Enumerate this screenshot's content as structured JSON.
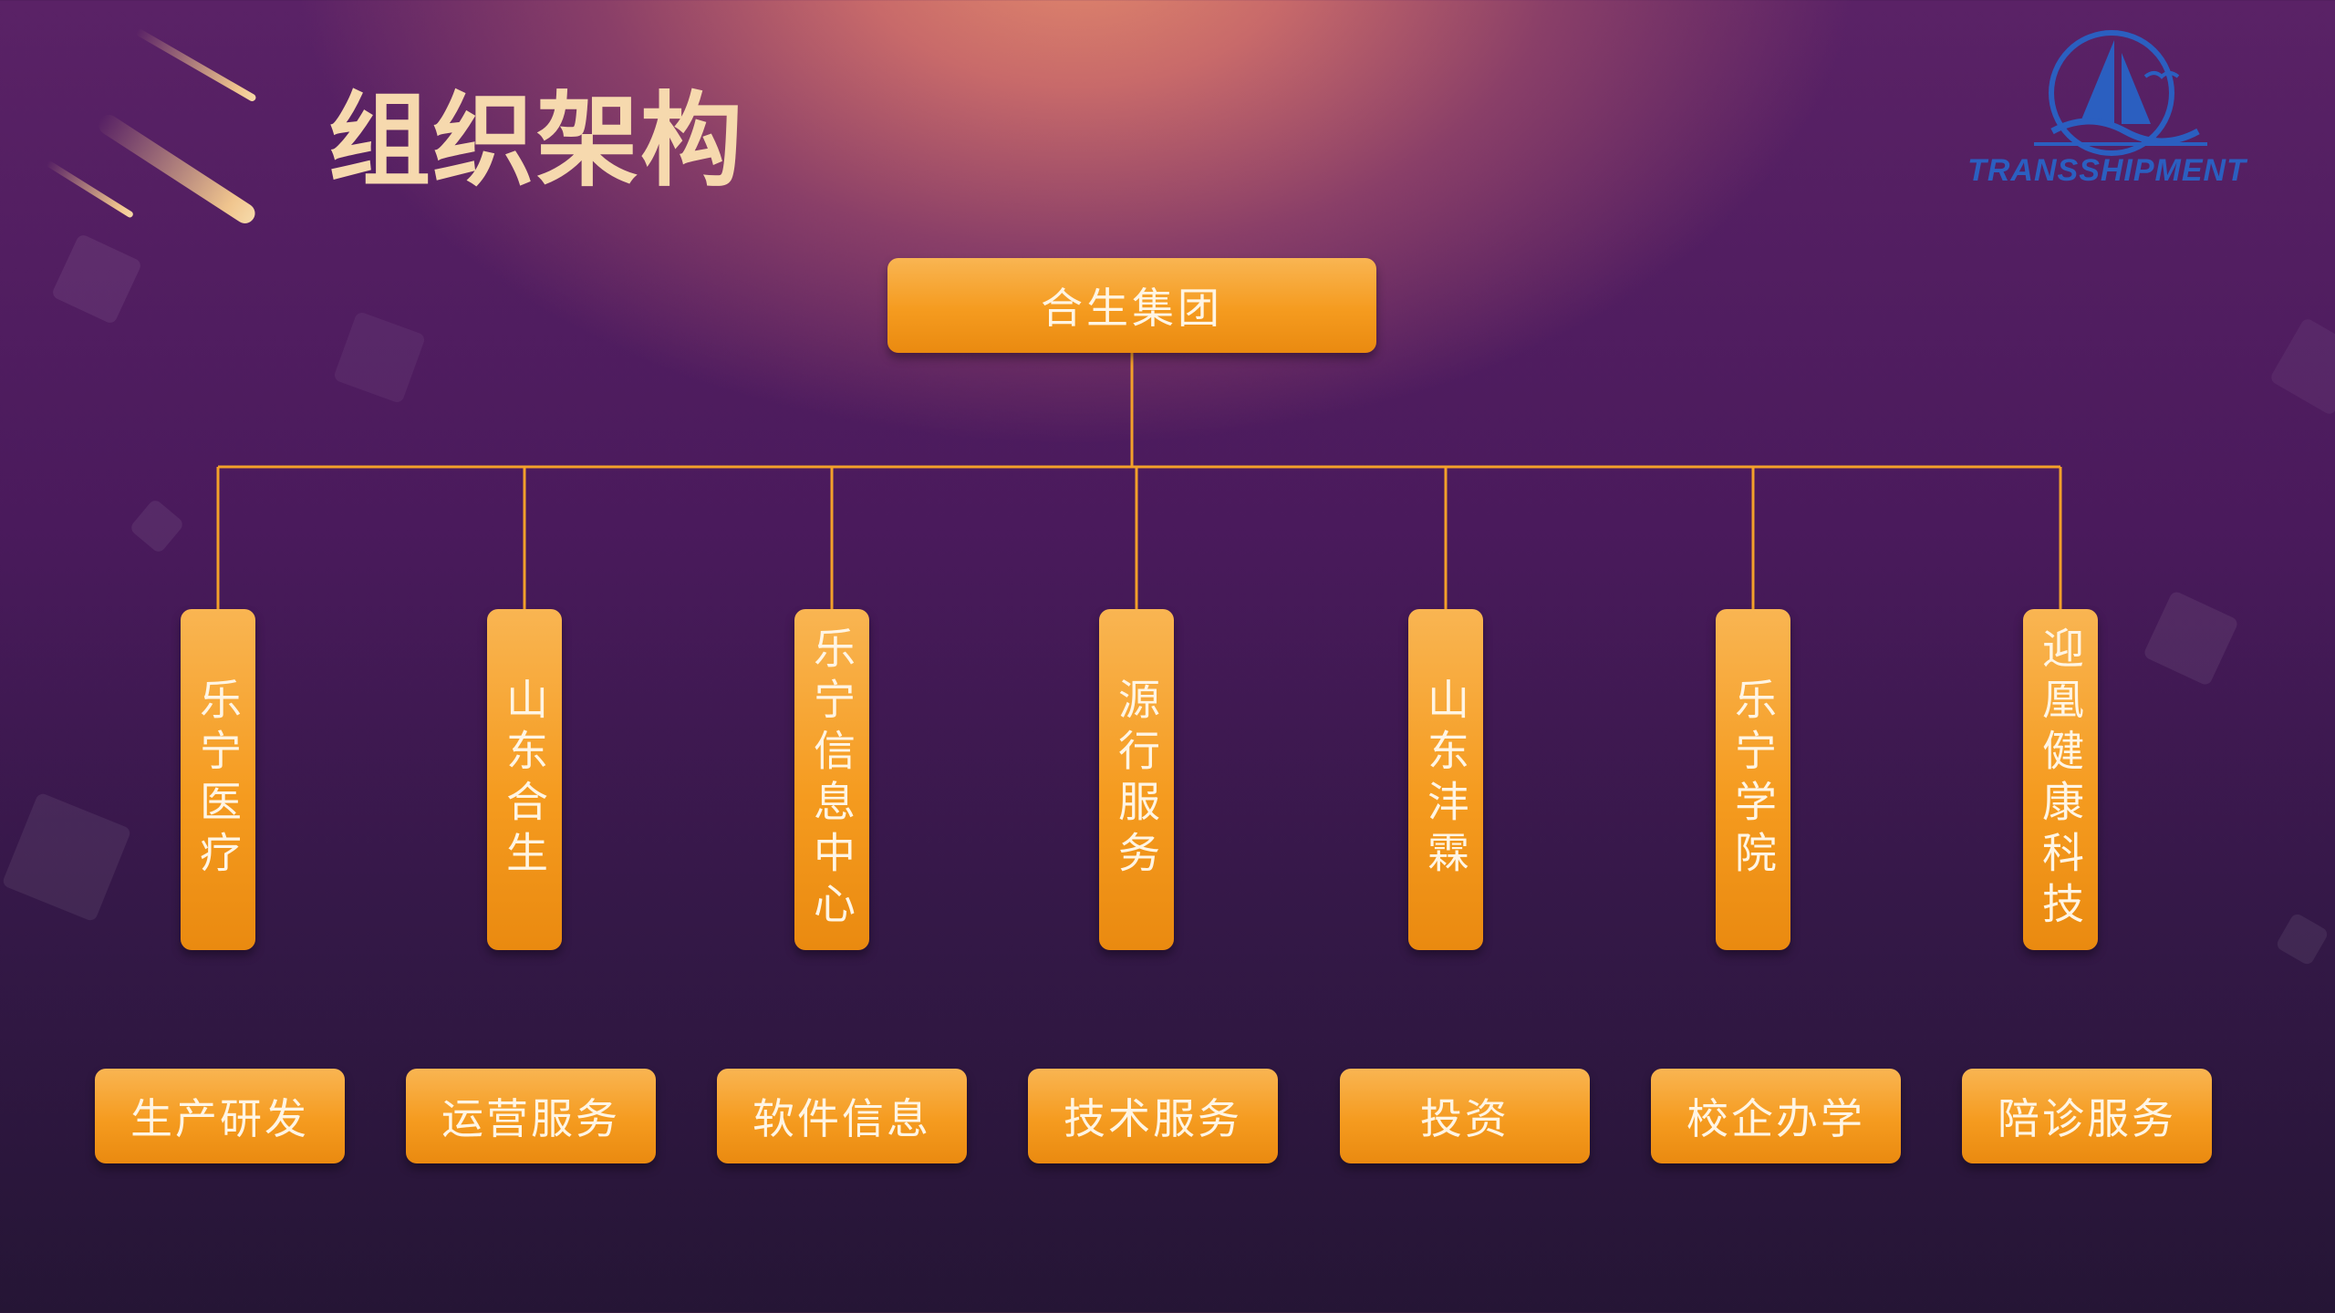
{
  "title": "组织架构",
  "logo": {
    "text": "TRANSSHIPMENT",
    "accent": "#2b5fc0"
  },
  "colors": {
    "box": "#f59b1f",
    "line": "#f3a02a",
    "title": "#f6d9ae"
  },
  "root": {
    "label": "合生集团"
  },
  "companies": [
    {
      "name": "乐宁医疗",
      "role": "生产研发"
    },
    {
      "name": "山东合生",
      "role": "运营服务"
    },
    {
      "name": "乐宁信息中心",
      "role": "软件信息"
    },
    {
      "name": "源行服务",
      "role": "技术服务"
    },
    {
      "name": "山东沣霖",
      "role": "投资"
    },
    {
      "name": "乐宁学院",
      "role": "校企办学"
    },
    {
      "name": "迎凰健康科技",
      "role": "陪诊服务"
    }
  ]
}
